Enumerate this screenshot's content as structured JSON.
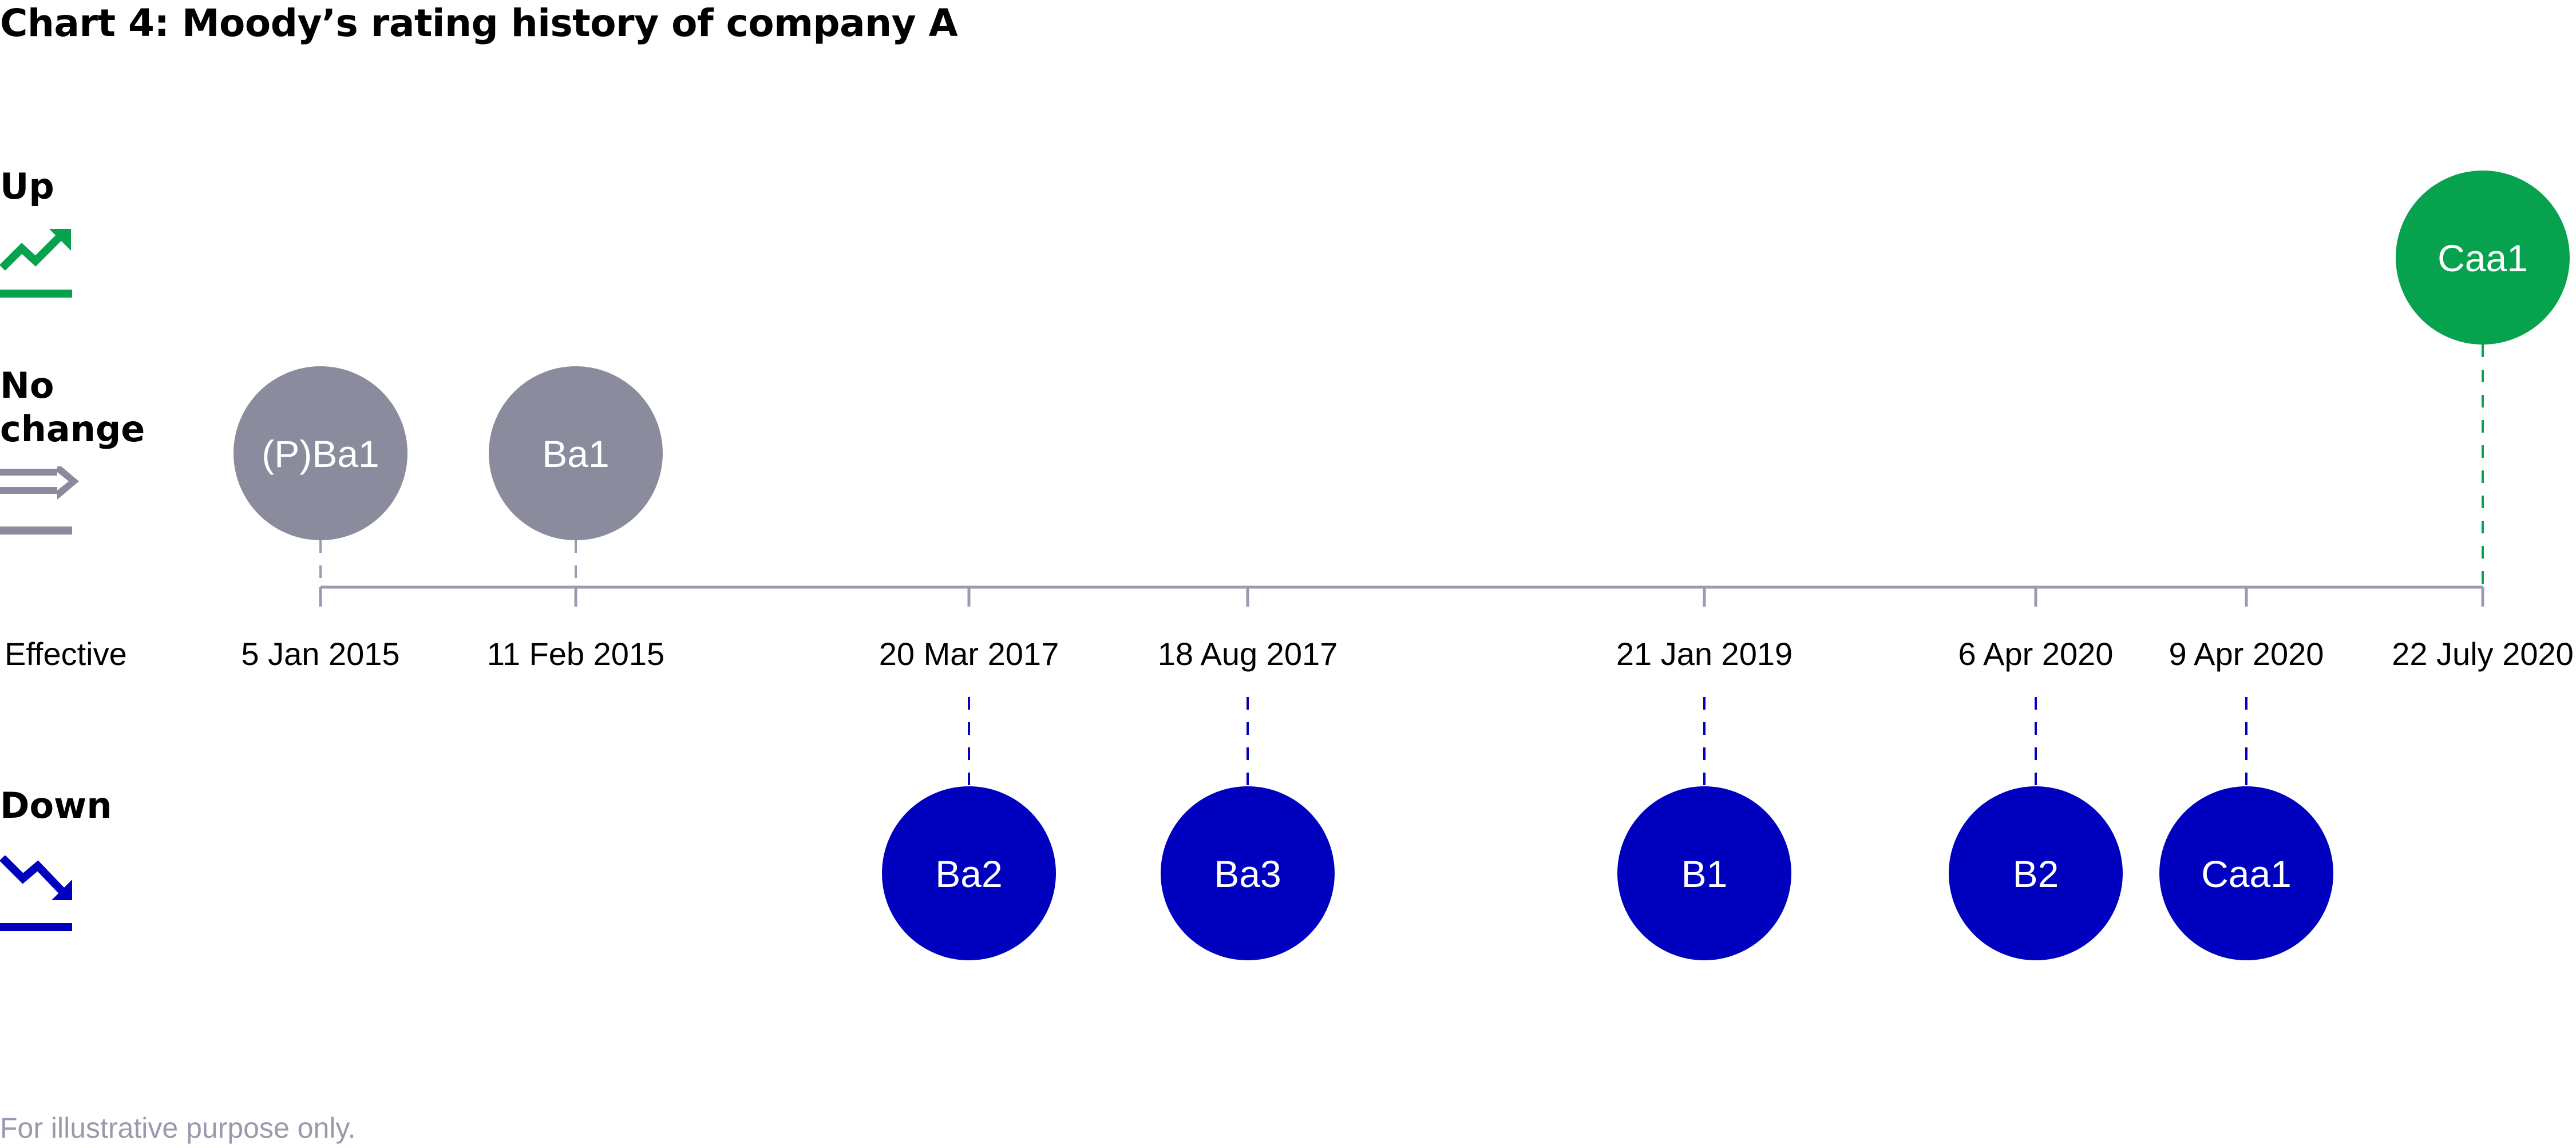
{
  "title": "Chart 4: Moody’s rating history of company A",
  "footnote": "For illustrative purpose only.",
  "rows": {
    "up": "Up",
    "no_change": "No\nchange",
    "down": "Down",
    "effective": "Effective"
  },
  "colors": {
    "up": "#06a24e",
    "no_change": "#8b8b9e",
    "down": "#0000bf",
    "axis": "#9a9aae",
    "text": "#000000"
  },
  "icons": {
    "up": "trend-up-arrow-icon",
    "no_change": "flat-arrow-icon",
    "down": "trend-down-arrow-icon"
  },
  "chart_data": {
    "type": "timeline",
    "title": "Chart 4: Moody’s rating history of company A",
    "categories": [
      "Up",
      "No change",
      "Down"
    ],
    "x_label": "Effective",
    "events": [
      {
        "date": "5 Jan 2015",
        "rating": "(P)Ba1",
        "direction": "no_change"
      },
      {
        "date": "11 Feb 2015",
        "rating": "Ba1",
        "direction": "no_change"
      },
      {
        "date": "20 Mar 2017",
        "rating": "Ba2",
        "direction": "down"
      },
      {
        "date": "18 Aug 2017",
        "rating": "Ba3",
        "direction": "down"
      },
      {
        "date": "21 Jan 2019",
        "rating": "B1",
        "direction": "down"
      },
      {
        "date": "6 Apr 2020",
        "rating": "B2",
        "direction": "down"
      },
      {
        "date": "9 Apr 2020",
        "rating": "Caa1",
        "direction": "down"
      },
      {
        "date": "22 July 2020",
        "rating": "Caa1",
        "direction": "up"
      }
    ]
  }
}
